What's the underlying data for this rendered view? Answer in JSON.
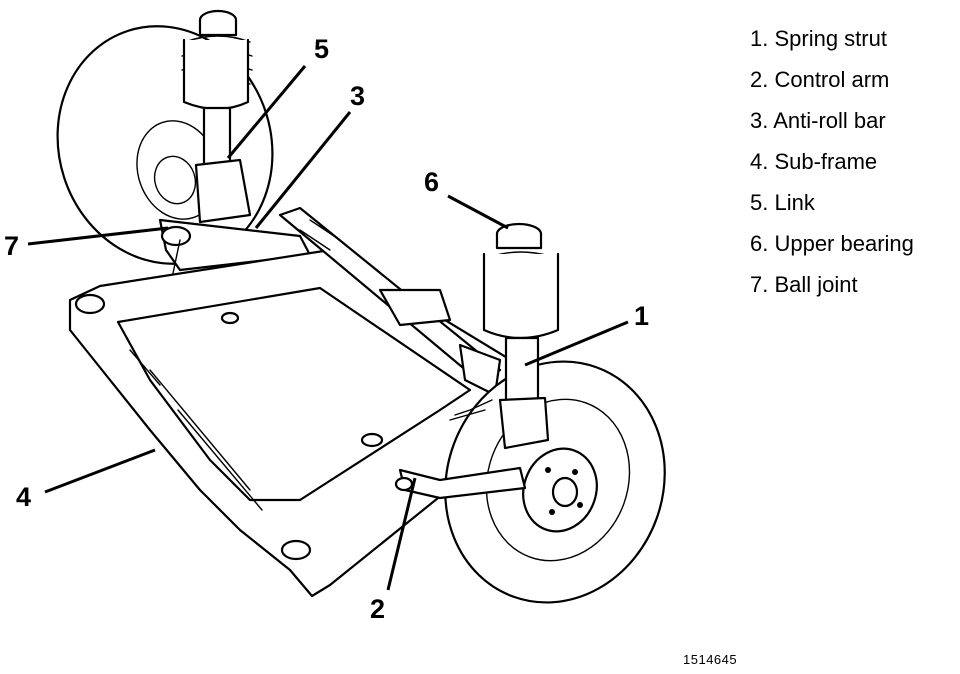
{
  "legend": [
    {
      "num": "1",
      "text": "1. Spring strut"
    },
    {
      "num": "2",
      "text": "2. Control arm"
    },
    {
      "num": "3",
      "text": "3. Anti-roll bar"
    },
    {
      "num": "4",
      "text": "4. Sub-frame"
    },
    {
      "num": "5",
      "text": "5. Link"
    },
    {
      "num": "6",
      "text": "6. Upper bearing"
    },
    {
      "num": "7",
      "text": "7. Ball joint"
    }
  ],
  "callouts": {
    "c1": "1",
    "c2": "2",
    "c3": "3",
    "c4": "4",
    "c5": "5",
    "c6": "6",
    "c7": "7"
  },
  "reference_code": "1514645"
}
